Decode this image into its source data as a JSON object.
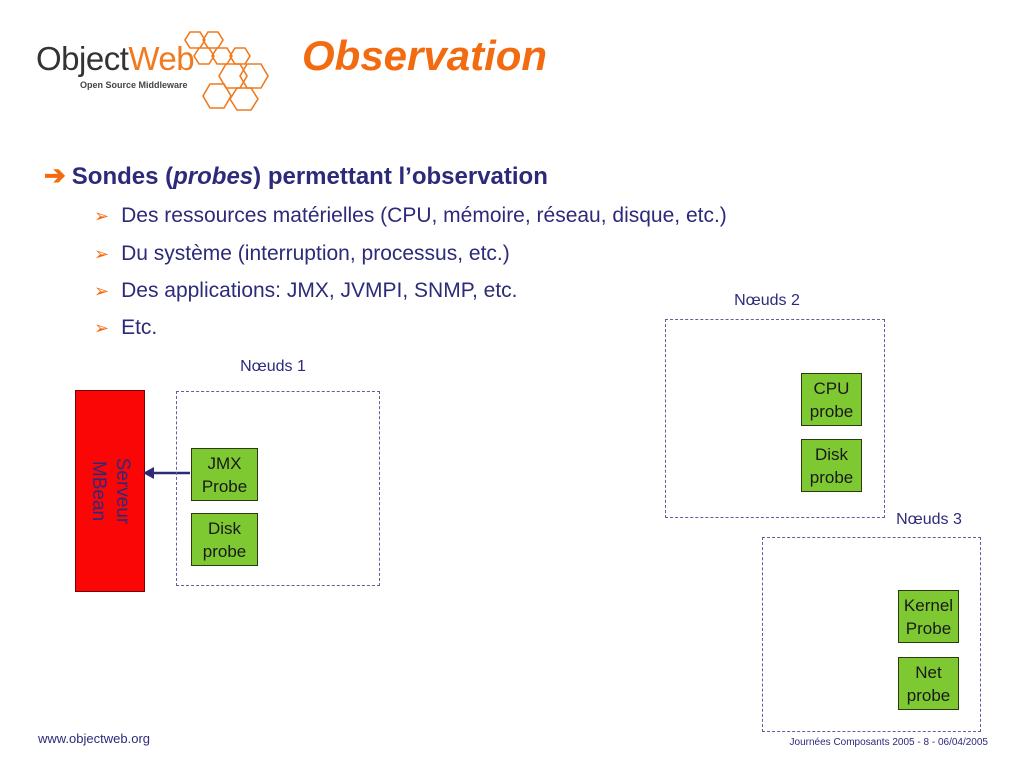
{
  "logo": {
    "text_a": "Object",
    "text_b": "Web",
    "tagline": "Open Source Middleware"
  },
  "title": "Observation",
  "main_bullet": {
    "prefix": "Sondes (",
    "italic": "probes",
    "suffix": ") permettant l’observation"
  },
  "sub_bullets": [
    "Des ressources matérielles (CPU, mémoire, réseau, disque, etc.)",
    "Du système (interruption, processus, etc.)",
    "Des applications: JMX, JVMPI, SNMP, etc.",
    "Etc."
  ],
  "server": {
    "line1": "Serveur",
    "line2": "MBean"
  },
  "nodes": [
    {
      "label": "Nœuds 1",
      "probes": [
        [
          "JMX",
          "Probe"
        ],
        [
          "Disk",
          "probe"
        ]
      ]
    },
    {
      "label": "Nœuds 2",
      "probes": [
        [
          "CPU",
          "probe"
        ],
        [
          "Disk",
          "probe"
        ]
      ]
    },
    {
      "label": "Nœuds 3",
      "probes": [
        [
          "Kernel",
          "Probe"
        ],
        [
          "Net",
          "probe"
        ]
      ]
    }
  ],
  "footer": {
    "left": "www.objectweb.org",
    "right": "Journées Composants 2005 - 8 - 06/04/2005"
  },
  "colors": {
    "title": "#f26b10",
    "text": "#2d2a7a",
    "probe": "#7ec832",
    "server": "#fb0606"
  }
}
